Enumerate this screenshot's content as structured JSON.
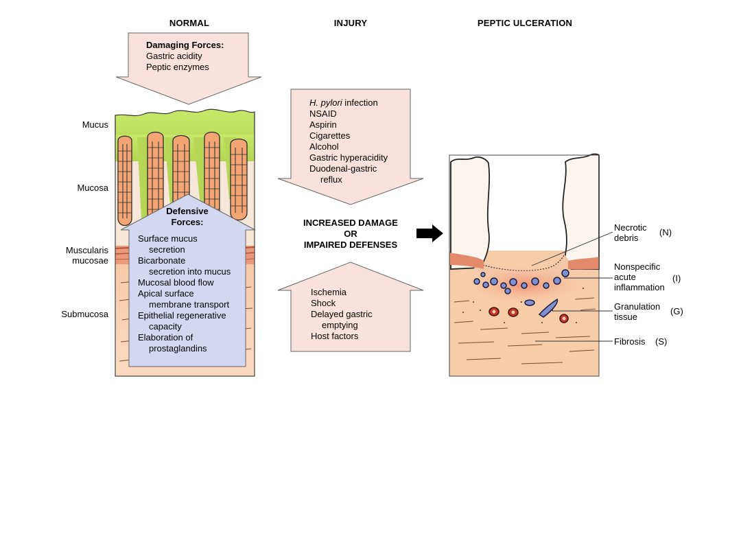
{
  "headers": {
    "normal": "NORMAL",
    "injury": "INJURY",
    "ulcer": "PEPTIC ULCERATION"
  },
  "damaging": {
    "title": "Damaging Forces:",
    "items": [
      "Gastric acidity",
      "Peptic enzymes"
    ]
  },
  "layers": {
    "mucus": "Mucus",
    "mucosa": "Mucosa",
    "muscularis_1": "Muscularis",
    "muscularis_2": "mucosae",
    "submucosa": "Submucosa"
  },
  "defensive": {
    "title_1": "Defensive",
    "title_2": "Forces:",
    "lines": [
      "Surface mucus",
      "secretion",
      "Bicarbonate",
      "secretion into mucus",
      "Mucosal blood flow",
      "Apical surface",
      "membrane transport",
      "Epithelial regenerative",
      "capacity",
      "Elaboration of",
      "prostaglandins"
    ]
  },
  "injury_top": {
    "first_italic": "H. pylori",
    "first_rest": " infection",
    "lines": [
      "NSAID",
      "Aspirin",
      "Cigarettes",
      "Alcohol",
      "Gastric hyperacidity",
      "Duodenal-gastric",
      "reflux"
    ]
  },
  "center": {
    "line1": "INCREASED DAMAGE",
    "line2": "OR",
    "line3": "IMPAIRED DEFENSES"
  },
  "injury_bottom": {
    "lines": [
      "Ischemia",
      "Shock",
      "Delayed gastric",
      "emptying",
      "Host factors"
    ]
  },
  "ulcer_labels": {
    "necrotic_1": "Necrotic",
    "necrotic_2": "debris",
    "necrotic_code": "(N)",
    "nonspec_1": "Nonspecific",
    "nonspec_2": "acute",
    "nonspec_3": "inflammation",
    "nonspec_code": "(I)",
    "gran_1": "Granulation",
    "gran_2": "tissue",
    "gran_code": "(G)",
    "fibrosis": "Fibrosis",
    "fibrosis_code": "(S)"
  },
  "colors": {
    "arrow_pink": "#f9e2dc",
    "defense_blue": "#d3d8f0",
    "mucus_green": "#bfe060",
    "tissue_peach": "#f7c9a7",
    "muscle_red": "#e07a5f",
    "crypt_orange": "#f3a673"
  }
}
